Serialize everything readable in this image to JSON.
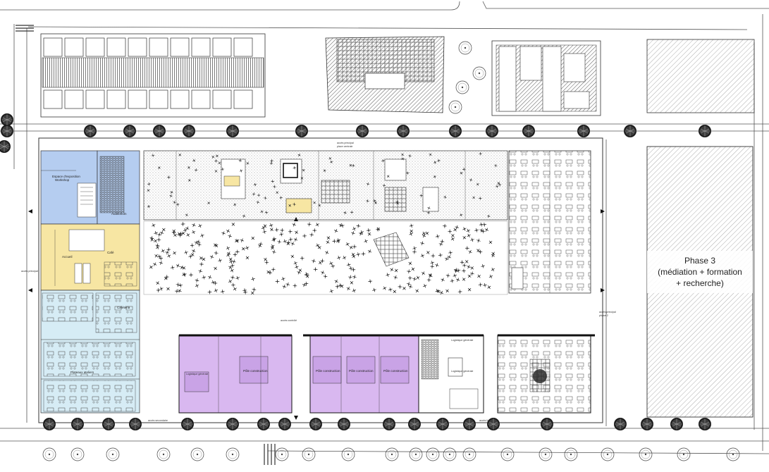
{
  "plan": {
    "phase3": {
      "title": "Phase 3",
      "subtitle": "(médiation + formation",
      "subtitle2": "+ recherche)"
    },
    "rooms": {
      "espace_expo": "Espace d'exposition",
      "workshop": "Workshop",
      "auditorium": "Auditorium",
      "accueil": "Accueil",
      "cafe": "Café",
      "cafeteria": "Cafétéria",
      "plateaux_ateliers": "Plateaux ateliers",
      "pole_construction_1": "Pôle construction",
      "pole_construction_2": "Pôle construction",
      "pole_construction_3": "Pôle construction",
      "pole_construction_4": "Pôle construction",
      "logistique_generale_1": "Logistique générale",
      "logistique_generale_2": "Logistique générale",
      "logistique_generale_3": "Logistique générale"
    },
    "access": {
      "principal_north": "accès principal",
      "place_centrale": "place centrale",
      "principal_west": "accès principal",
      "principal_east": "accès principal",
      "phase2": "phase 2",
      "controle": "accès contrôlé",
      "secondaire": "accès secondaire",
      "livraison": "accès livraison"
    },
    "colors": {
      "blue_zone": "#b5cdf0",
      "yellow_zone": "#f7e6a3",
      "cyan_zone": "#d6ecf5",
      "purple_zone": "#d9b8f0",
      "hatch": "#555555",
      "tree": "#1a1a1a"
    }
  }
}
